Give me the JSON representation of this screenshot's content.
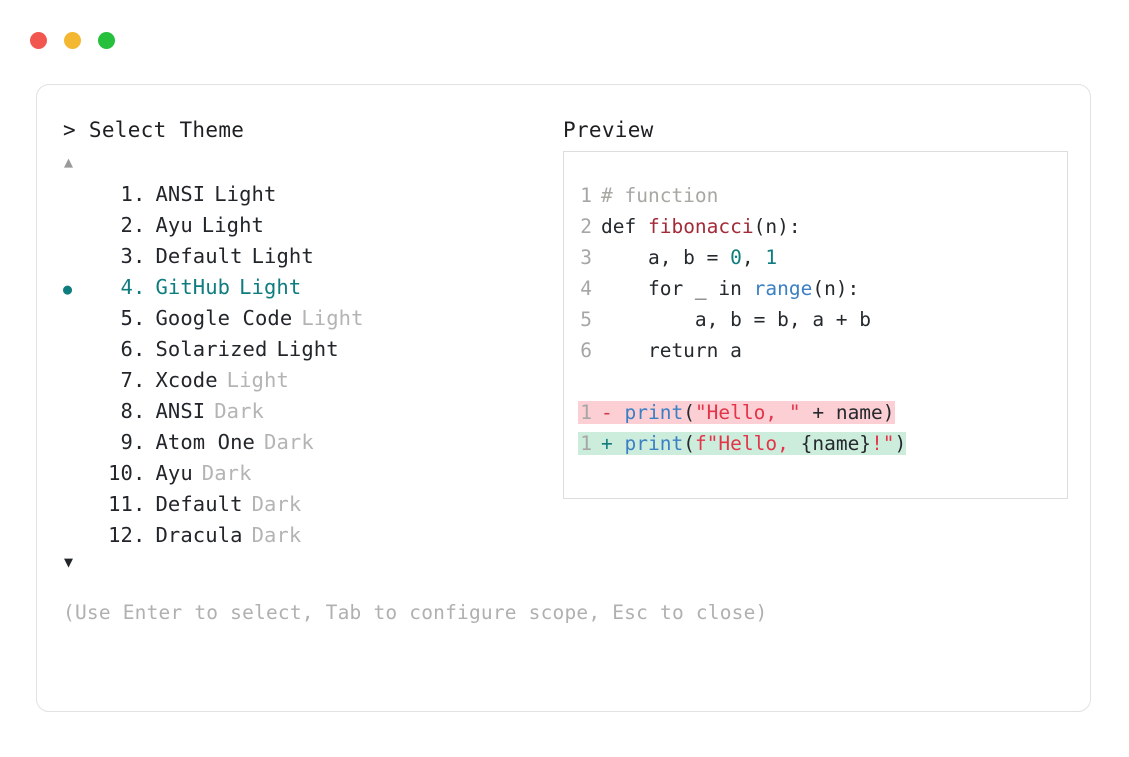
{
  "window": {
    "traffic_lights": [
      {
        "name": "close",
        "color": "#f2574f"
      },
      {
        "name": "minimize",
        "color": "#f4b731"
      },
      {
        "name": "maximize",
        "color": "#27c03d"
      }
    ]
  },
  "left_pane": {
    "prompt_symbol": ">",
    "header": "> Select Theme",
    "scroll_up_icon": "▲",
    "scroll_down_icon": "▼",
    "selected_index": 4,
    "bullet_glyph": "●",
    "selected_color": "#0f7c7f",
    "items": [
      {
        "index": "1",
        "dot": ".",
        "name": "ANSI",
        "suffix": "Light",
        "suffix_muted": false,
        "selected": false
      },
      {
        "index": "2",
        "dot": ".",
        "name": "Ayu",
        "suffix": "Light",
        "suffix_muted": false,
        "selected": false
      },
      {
        "index": "3",
        "dot": ".",
        "name": "Default",
        "suffix": "Light",
        "suffix_muted": false,
        "selected": false
      },
      {
        "index": "4",
        "dot": ".",
        "name": "GitHub",
        "suffix": "Light",
        "suffix_muted": false,
        "selected": true
      },
      {
        "index": "5",
        "dot": ".",
        "name": "Google Code",
        "suffix": "Light",
        "suffix_muted": true,
        "selected": false
      },
      {
        "index": "6",
        "dot": ".",
        "name": "Solarized",
        "suffix": "Light",
        "suffix_muted": false,
        "selected": false
      },
      {
        "index": "7",
        "dot": ".",
        "name": "Xcode",
        "suffix": "Light",
        "suffix_muted": true,
        "selected": false
      },
      {
        "index": "8",
        "dot": ".",
        "name": "ANSI",
        "suffix": "Dark",
        "suffix_muted": true,
        "selected": false
      },
      {
        "index": "9",
        "dot": ".",
        "name": "Atom One",
        "suffix": "Dark",
        "suffix_muted": true,
        "selected": false
      },
      {
        "index": "10",
        "dot": ".",
        "name": "Ayu",
        "suffix": "Dark",
        "suffix_muted": true,
        "selected": false
      },
      {
        "index": "11",
        "dot": ".",
        "name": "Default",
        "suffix": "Dark",
        "suffix_muted": true,
        "selected": false
      },
      {
        "index": "12",
        "dot": ".",
        "name": "Dracula",
        "suffix": "Dark",
        "suffix_muted": true,
        "selected": false
      }
    ]
  },
  "right_pane": {
    "header": "Preview",
    "code_lines": [
      {
        "ln": "1",
        "tokens": [
          {
            "t": "# function",
            "c": "comment"
          }
        ]
      },
      {
        "ln": "2",
        "tokens": [
          {
            "t": "def ",
            "c": "plain"
          },
          {
            "t": "fibonacci",
            "c": "func"
          },
          {
            "t": "(n):",
            "c": "plain"
          }
        ]
      },
      {
        "ln": "3",
        "tokens": [
          {
            "t": "    a, b = ",
            "c": "plain"
          },
          {
            "t": "0",
            "c": "num"
          },
          {
            "t": ", ",
            "c": "plain"
          },
          {
            "t": "1",
            "c": "num"
          }
        ]
      },
      {
        "ln": "4",
        "tokens": [
          {
            "t": "    for _ in ",
            "c": "plain"
          },
          {
            "t": "range",
            "c": "builtin"
          },
          {
            "t": "(n):",
            "c": "plain"
          }
        ]
      },
      {
        "ln": "5",
        "tokens": [
          {
            "t": "        a, b = b, a + b",
            "c": "plain"
          }
        ]
      },
      {
        "ln": "6",
        "tokens": [
          {
            "t": "    return a",
            "c": "plain"
          }
        ]
      },
      {
        "blank": true
      },
      {
        "ln": "1",
        "diff": "del",
        "bg": "#fbcfd3",
        "tokens": [
          {
            "t": "- ",
            "c": "del"
          },
          {
            "t": "print",
            "c": "builtin"
          },
          {
            "t": "(",
            "c": "plain"
          },
          {
            "t": "\"Hello, \"",
            "c": "string"
          },
          {
            "t": " + name)",
            "c": "plain"
          }
        ]
      },
      {
        "ln": "1",
        "diff": "add",
        "bg": "#cdeddc",
        "tokens": [
          {
            "t": "+ ",
            "c": "add"
          },
          {
            "t": "print",
            "c": "builtin"
          },
          {
            "t": "(",
            "c": "plain"
          },
          {
            "t": "f\"Hello, ",
            "c": "string"
          },
          {
            "t": "{name}",
            "c": "plain"
          },
          {
            "t": "!\"",
            "c": "string"
          },
          {
            "t": ")",
            "c": "plain"
          }
        ]
      }
    ]
  },
  "footer": {
    "hint": "(Use Enter to select, Tab to configure scope, Esc to close)"
  }
}
